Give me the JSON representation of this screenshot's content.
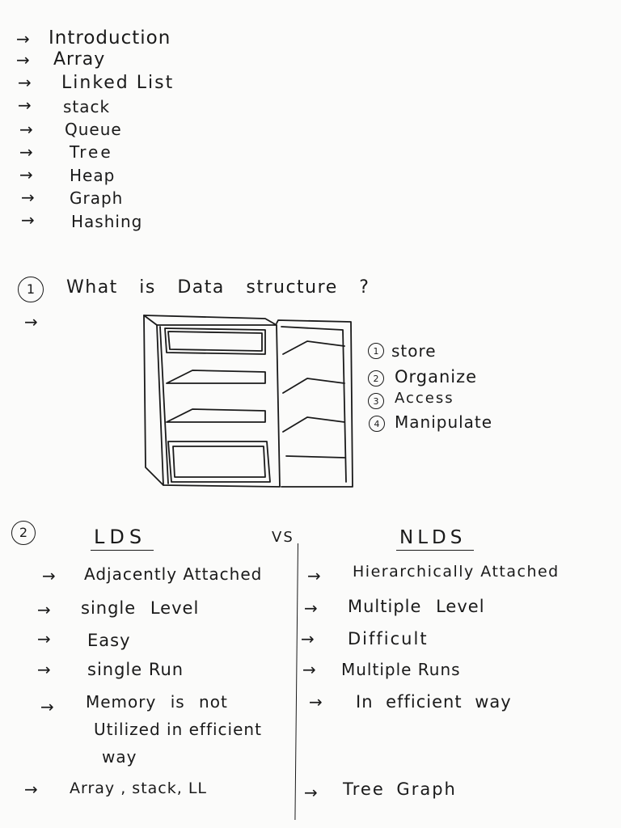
{
  "contents": {
    "arrow": "→",
    "items": [
      "Introduction",
      "Array",
      "Linked List",
      "stack",
      "Queue",
      "Tree",
      "Heap",
      "Graph",
      "Hashing"
    ]
  },
  "section1": {
    "number": "1",
    "question": "What is Data structure ?",
    "arrow": "→",
    "uses": [
      {
        "num": "1",
        "label": "store"
      },
      {
        "num": "2",
        "label": "Organize"
      },
      {
        "num": "3",
        "label": "Access"
      },
      {
        "num": "4",
        "label": "Manipulate"
      }
    ]
  },
  "section2": {
    "number": "2",
    "left_heading": "LDS",
    "vs": "VS",
    "right_heading": "NLDS",
    "arrow": "→",
    "left_items": [
      "Adjacently Attached",
      "single Level",
      "Easy",
      "single Run",
      "Memory is not",
      "Utilized in efficient",
      "way",
      "Array , stack, LL"
    ],
    "right_items": [
      "Hierarchically Attached",
      "Multiple Level",
      "Difficult",
      "Multiple Runs",
      "In efficient way",
      "Tree Graph"
    ]
  }
}
